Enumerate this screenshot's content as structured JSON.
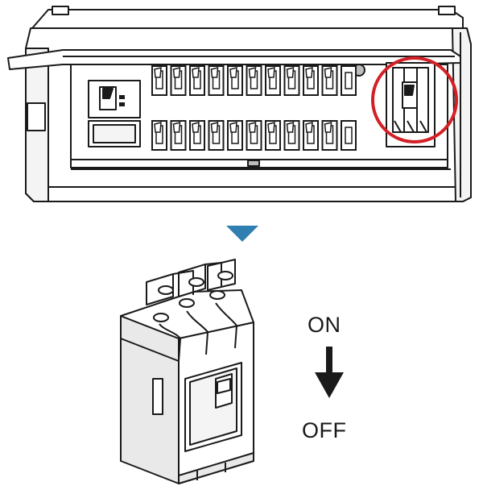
{
  "labels": {
    "on": "ON",
    "off": "OFF"
  },
  "colors": {
    "highlight_ring": "#d32026",
    "down_arrow": "#2f7fb0",
    "line": "#1a1a1a",
    "panel_fill": "#ffffff",
    "shadow_fill": "#e9e9e9",
    "indicator_fill": "#bdbdbd"
  },
  "panel": {
    "breaker_rows": 2,
    "breakers_per_row": 11
  }
}
